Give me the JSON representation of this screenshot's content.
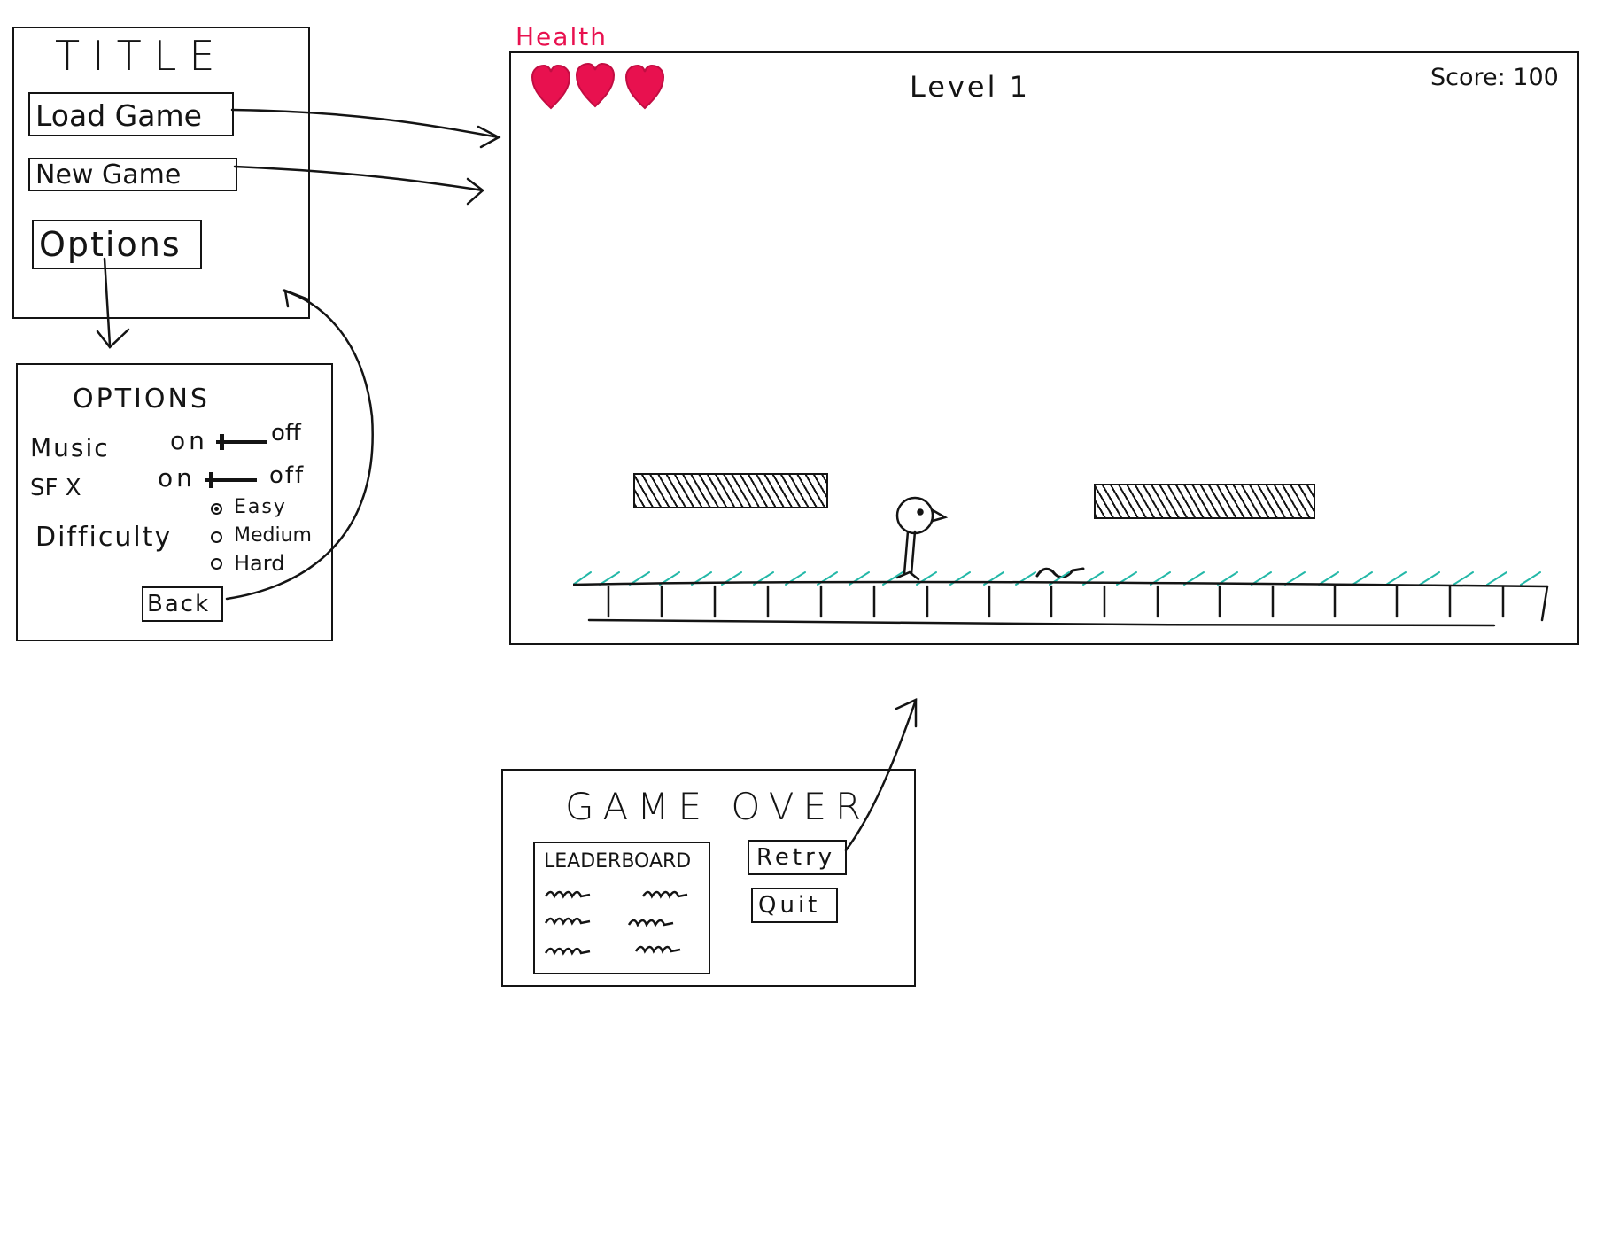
{
  "title_screen": {
    "title": "TITLE",
    "load_game_label": "Load Game",
    "new_game_label": "New Game",
    "options_label": "Options"
  },
  "options_screen": {
    "title": "OPTIONS",
    "music_label": "Music",
    "sfx_label": "SF X",
    "on_label": "on",
    "off_label": "off",
    "music_enabled": true,
    "sfx_enabled": true,
    "difficulty_label": "Difficulty",
    "difficulty_options": [
      "Easy",
      "Medium",
      "Hard"
    ],
    "difficulty_selected": "Easy",
    "back_label": "Back"
  },
  "game_screen": {
    "health_label": "Health",
    "health_hearts": 3,
    "level_label": "Level 1",
    "score_label": "Score: 100",
    "heart_color": "#e8114f",
    "grass_color": "#24b8a8"
  },
  "game_over_screen": {
    "title": "GAME OVER",
    "leaderboard_title": "LEADERBOARD",
    "retry_label": "Retry",
    "quit_label": "Quit"
  }
}
